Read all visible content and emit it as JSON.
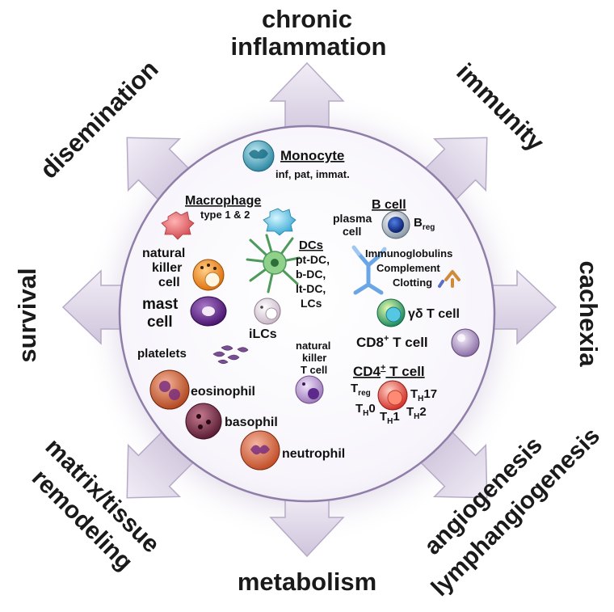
{
  "outer_labels": {
    "top_line1": "chronic",
    "top_line2": "inflammation",
    "top_right": "immunity",
    "top_left": "disemination",
    "right": "cachexia",
    "left": "survival",
    "bottom": "metabolism",
    "bottom_right_line1": "angiogenesis",
    "bottom_right_line2": "lymphangiogenesis",
    "bottom_left_line1": "matrix/tissue",
    "bottom_left_line2": "remodeling"
  },
  "cells": {
    "monocyte": {
      "title": "Monocyte",
      "subtitle": "inf, pat, immat."
    },
    "macrophage": {
      "title": "Macrophage",
      "subtitle": "type 1 & 2"
    },
    "nk_cell": {
      "line1": "natural",
      "line2": "killer",
      "line3": "cell"
    },
    "mast_cell": {
      "line1": "mast",
      "line2": "cell"
    },
    "ilcs": "iLCs",
    "dcs": {
      "title": "DCs",
      "line1": "pt-DC,",
      "line2": "b-DC,",
      "line3": "lt-DC,",
      "line4": "LCs"
    },
    "platelets": "platelets",
    "eosinophil": "eosinophil",
    "basophil": "basophil",
    "neutrophil": "neutrophil",
    "nkt_cell": {
      "line1": "natural",
      "line2": "killer",
      "line3": "T cell"
    },
    "b_cell": {
      "title": "B cell",
      "plasma1": "plasma",
      "plasma2": "cell",
      "breg": "B",
      "breg_sub": "reg"
    },
    "immuno": {
      "line1": "Immunoglobulins",
      "line2": "Complement",
      "line3": "Clotting"
    },
    "gd_t": "γδ T cell",
    "cd8": {
      "pre": "CD8",
      "sup": "+",
      "post": " T cell"
    },
    "cd4": {
      "pre": "CD4",
      "sup": "+",
      "post": " T cell",
      "treg": "T",
      "treg_sub": "reg",
      "th17": "T",
      "th17_sub": "H",
      "th17_post": "17",
      "th0": "T",
      "th0_sub": "H",
      "th0_post": "0",
      "th1": "T",
      "th1_sub": "H",
      "th1_post": "1",
      "th2": "T",
      "th2_sub": "H",
      "th2_post": "2"
    }
  },
  "colors": {
    "arrow_fill": "#d9d2e3",
    "arrow_stroke": "#b9aecb",
    "halo": "#c7bcd6",
    "circle_fill": "#fbfaff",
    "circle_stroke": "#8f7fa8"
  },
  "icons": [
    "monocyte-cell",
    "macrophage-cell",
    "dendritic-cell",
    "nk-cell",
    "mast-cell",
    "ilc-cell",
    "platelet",
    "eosinophil-cell",
    "basophil-cell",
    "neutrophil-cell",
    "nkt-cell",
    "b-cell",
    "antibody",
    "gamma-delta-t-cell",
    "cd8-t-cell",
    "cd4-t-cell"
  ]
}
